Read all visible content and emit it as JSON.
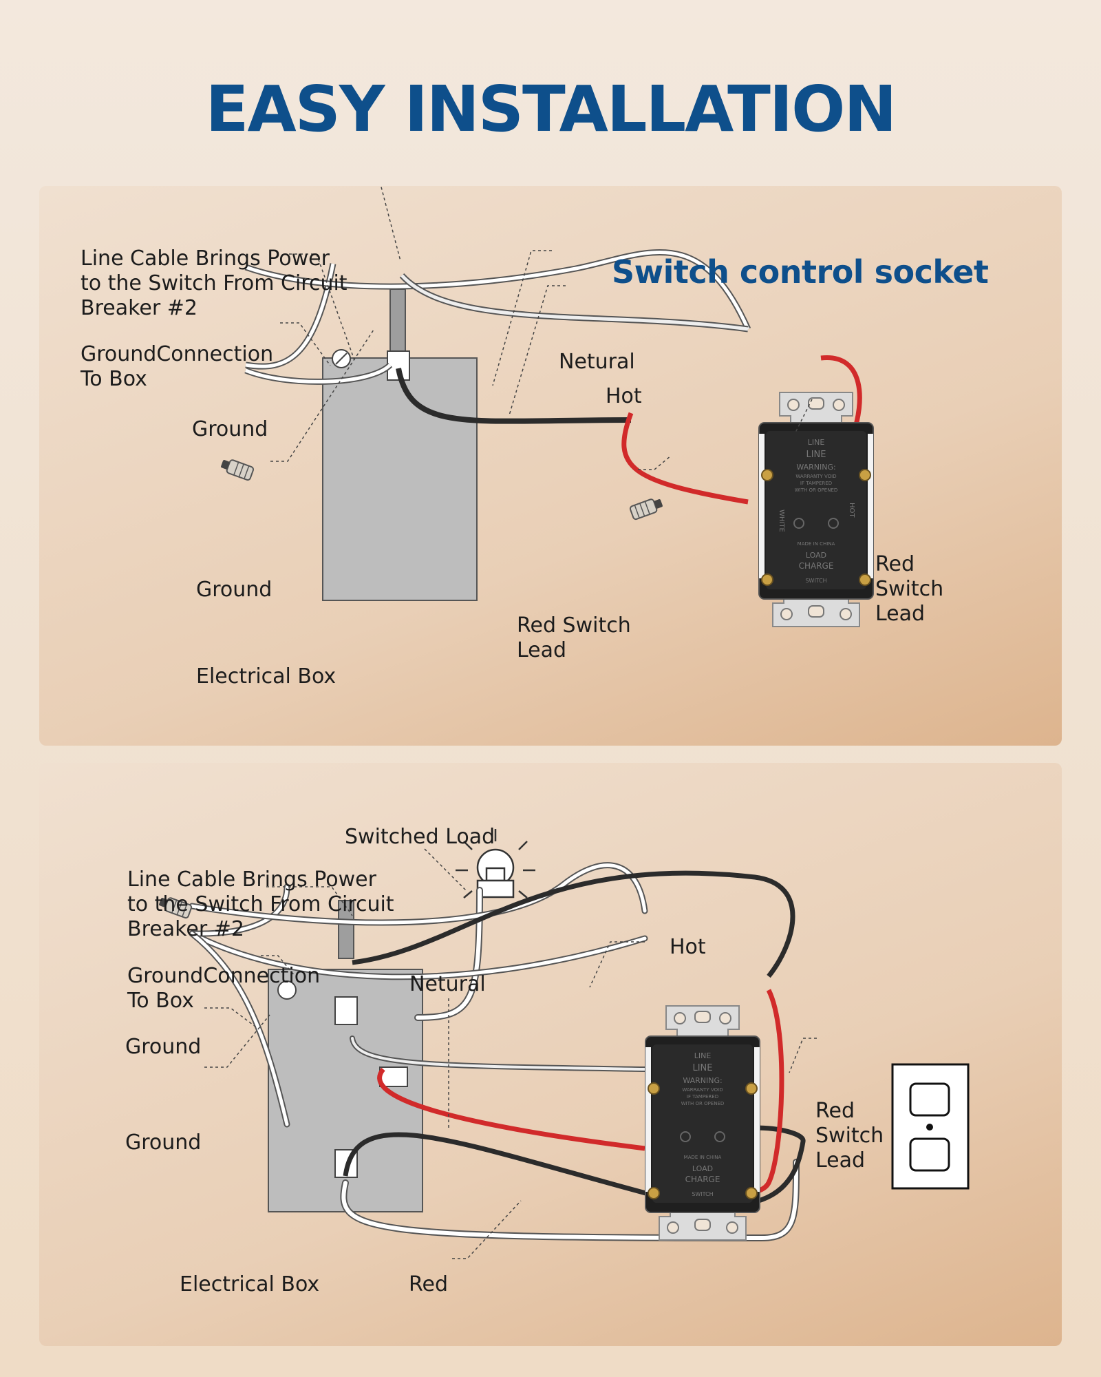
{
  "title": "EASY INSTALLATION",
  "panel1": {
    "subtitle": "Switch control socket",
    "labels": {
      "line_cable": "Line Cable Brings Power\nto the Switch From Circuit\nBreaker #2",
      "ground_connection": "GroundConnection\nTo Box",
      "ground_top": "Ground",
      "ground_bottom": "Ground",
      "electrical_box": "Electrical Box",
      "neutral": "Netural",
      "hot": "Hot",
      "red_switch_lead_left": "Red Switch\nLead",
      "red_switch_lead_right": "Red\nSwitch\nLead"
    }
  },
  "panel2": {
    "labels": {
      "switched_load": "Switched Load",
      "line_cable": "Line Cable Brings Power\nto the Switch From Circuit\nBreaker #2",
      "ground_connection": "GroundConnection\nTo Box",
      "ground_top": "Ground",
      "ground_bottom": "Ground",
      "neutral": "Netural",
      "hot": "Hot",
      "red_switch_lead": "Red\nSwitch\nLead",
      "electrical_box": "Electrical Box",
      "red": "Red"
    }
  },
  "receptacle_text": {
    "line": "LINE",
    "warning": "WARNING:",
    "void": "WARRANTY VOID",
    "tampered": "IF TAMPERED",
    "opened": "WITH OR OPENED",
    "white": "WHITE",
    "hot": "HOT",
    "made": "MADE IN CHINA",
    "load": "LOAD",
    "switch": "SWITCH"
  },
  "colors": {
    "title": "#0e4f8b",
    "box": "#bdbdbd",
    "hot_wire": "#2b2b2b",
    "red_wire": "#d12a2a",
    "neutral_wire": "#ffffff"
  }
}
